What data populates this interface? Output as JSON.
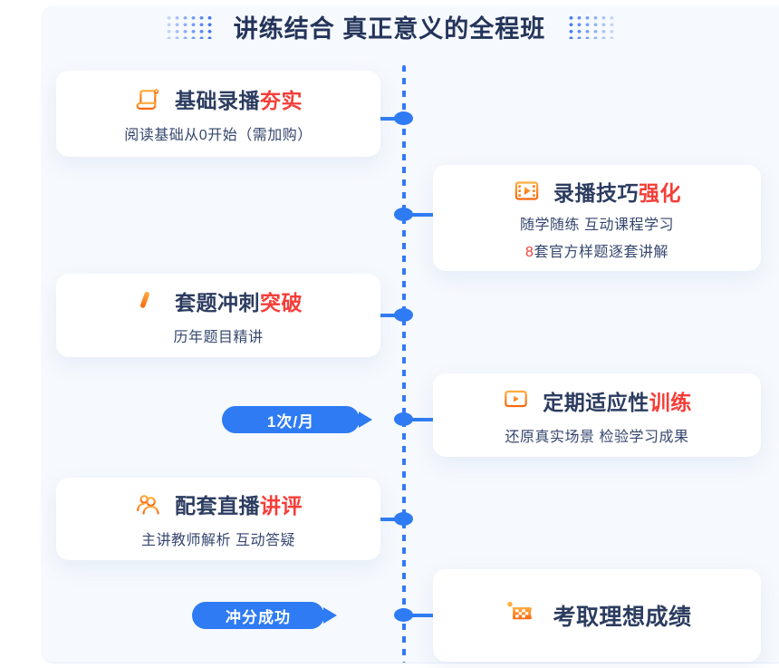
{
  "page": {
    "title": "讲练结合 真正意义的全程班",
    "colors": {
      "accent_red": "#f53d38",
      "primary_blue": "#2e7bf3",
      "icon_orange_top": "#ffad42",
      "icon_orange_bottom": "#f7680e",
      "title_navy": "#24345a",
      "background": "#f6f9fd"
    }
  },
  "steps": [
    {
      "icon": "scroll-icon",
      "title": "基础录播",
      "accent": "夯实",
      "subtitle": "阅读基础从0开始（需加购）",
      "side": "left"
    },
    {
      "icon": "film-play-icon",
      "title": "录播技巧",
      "accent": "强化",
      "subtitle": "随学随练 互动课程学习",
      "subtitle2_accent": "8",
      "subtitle2": "套官方样题逐套讲解",
      "side": "right"
    },
    {
      "icon": "pen-list-icon",
      "title": "套题冲刺",
      "accent": "突破",
      "subtitle": "历年题目精讲",
      "side": "left"
    },
    {
      "icon": "monitor-play-icon",
      "title": "定期适应性",
      "accent": "训练",
      "subtitle": "还原真实场景 检验学习成果",
      "side": "right",
      "badge": "1次/月"
    },
    {
      "icon": "people-icon",
      "title": "配套直播",
      "accent": "讲评",
      "subtitle": "主讲教师解析 互动答疑",
      "side": "left"
    },
    {
      "icon": "checkered-flag-icon",
      "title": "考取理想成绩",
      "accent": "",
      "side": "right",
      "badge": "冲分成功"
    }
  ]
}
